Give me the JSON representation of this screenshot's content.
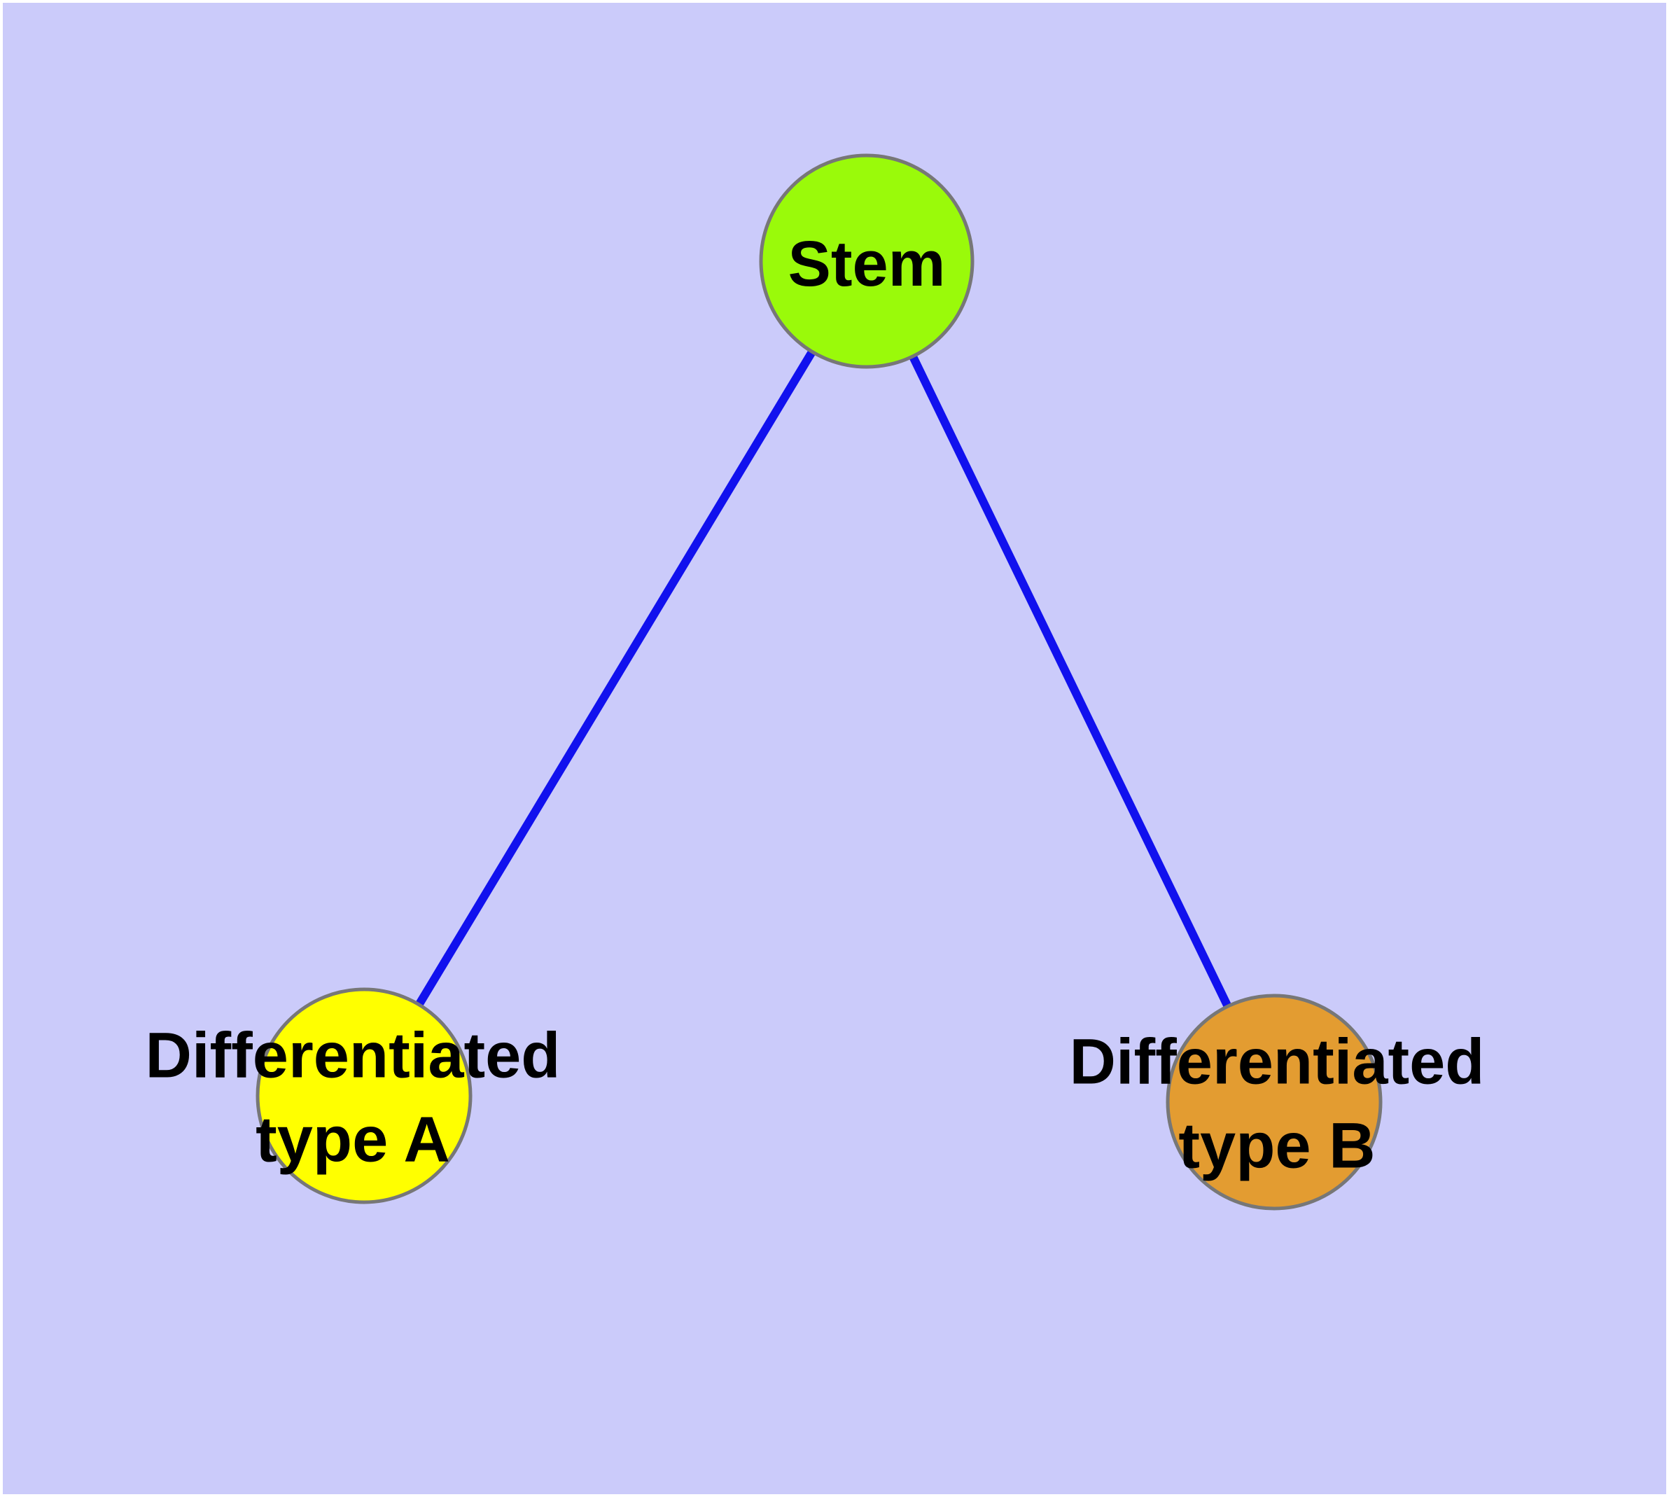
{
  "figure": {
    "background_color": "#CBCBFA",
    "frame_color": "#FFFFFF",
    "edge_color": "#1111EE",
    "node_border_color": "#777777",
    "label_color": "#000000"
  },
  "nodes": {
    "stem": {
      "label": "Stem",
      "color": "#9AFA0A"
    },
    "type_a": {
      "label": "Differentiated\ntype A",
      "color": "#FFFF00"
    },
    "type_b": {
      "label": "Differentiated\ntype B",
      "color": "#E39C31"
    }
  },
  "edges": [
    {
      "from": "Stem",
      "to": "Differentiated type A"
    },
    {
      "from": "Stem",
      "to": "Differentiated type B"
    }
  ]
}
